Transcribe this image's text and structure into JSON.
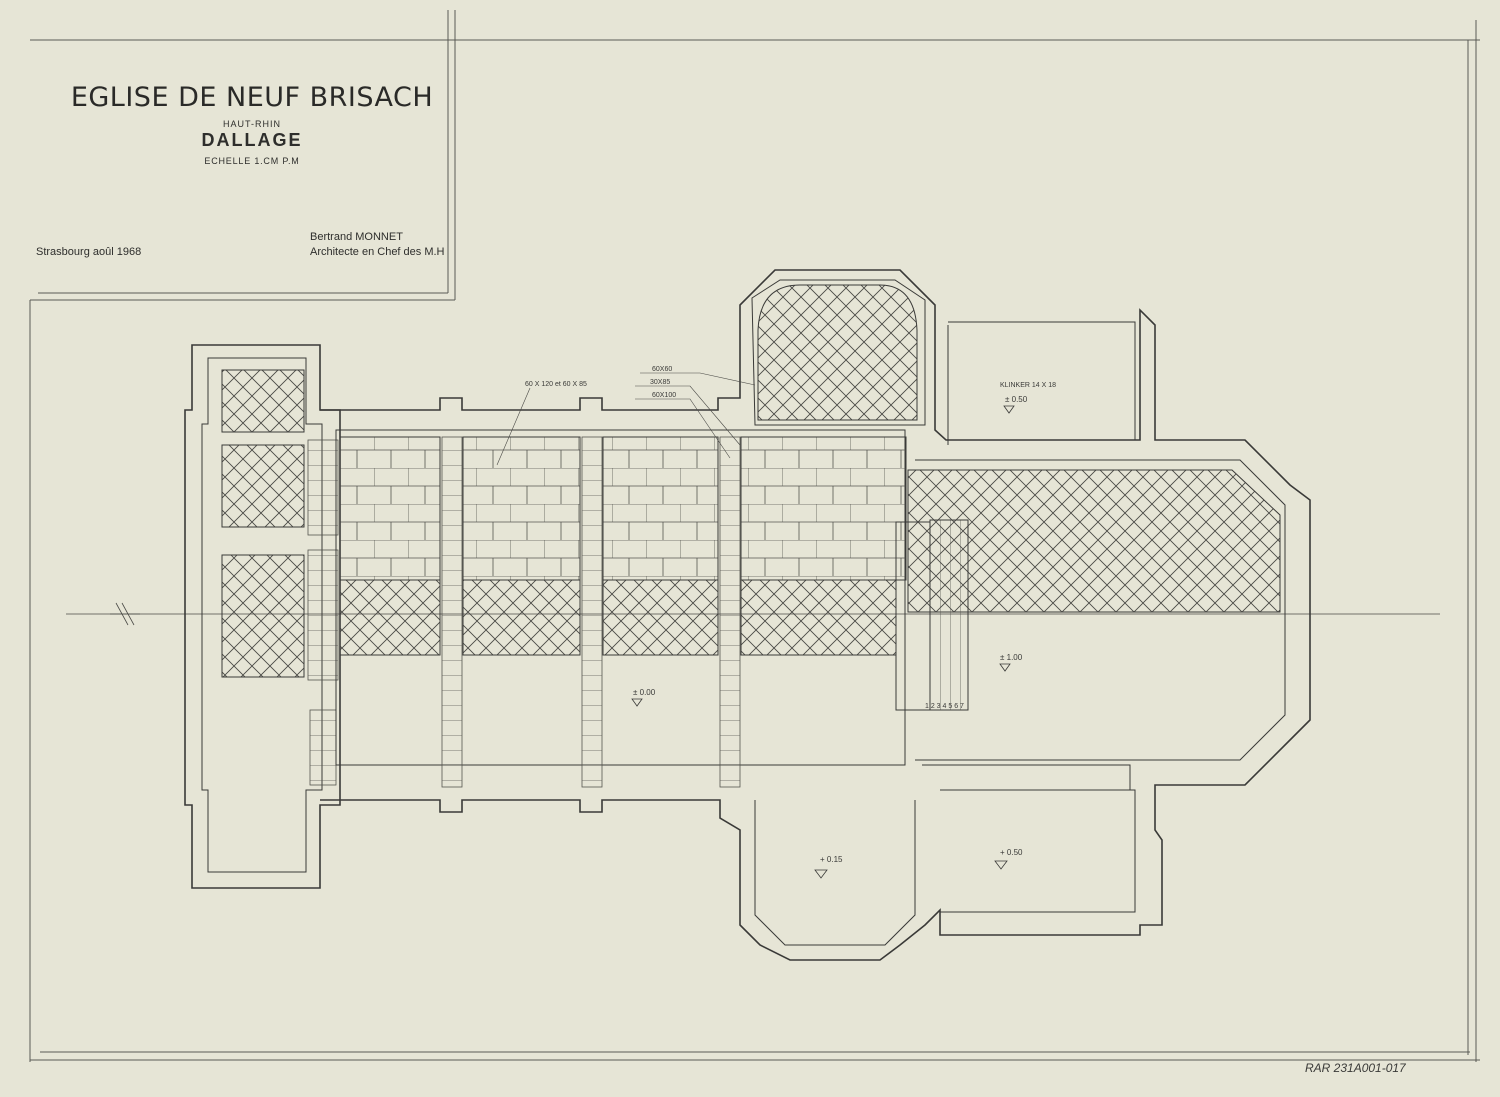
{
  "title_block": {
    "title": "EGLISE DE NEUF BRISACH",
    "region": "HAUT-RHIN",
    "subject": "DALLAGE",
    "scale": "ECHELLE  1.CM P.M",
    "place_date": "Strasbourg aoûl 1968",
    "architect_name": "Bertrand MONNET",
    "architect_title": "Architecte en Chef des M.H"
  },
  "annotations": {
    "nave_slab_sizes": "60 X 120 et 60 X 85",
    "slab_size_1": "60X60",
    "slab_size_2": "30X85",
    "slab_size_3": "60X100",
    "clinker": "KLINKER   14 X 18",
    "level_sacristy_north": "± 0.50",
    "level_choir": "± 1.00",
    "level_nave": "± 0.00",
    "level_chapel_south": "+ 0.15",
    "level_sacristy_south": "+ 0.50",
    "step_numbers": "1 2 3 4 5 6 7"
  },
  "reference": "RAR 231A001-017",
  "colors": {
    "paper": "#e6e5d6",
    "ink": "#3a3a38"
  }
}
